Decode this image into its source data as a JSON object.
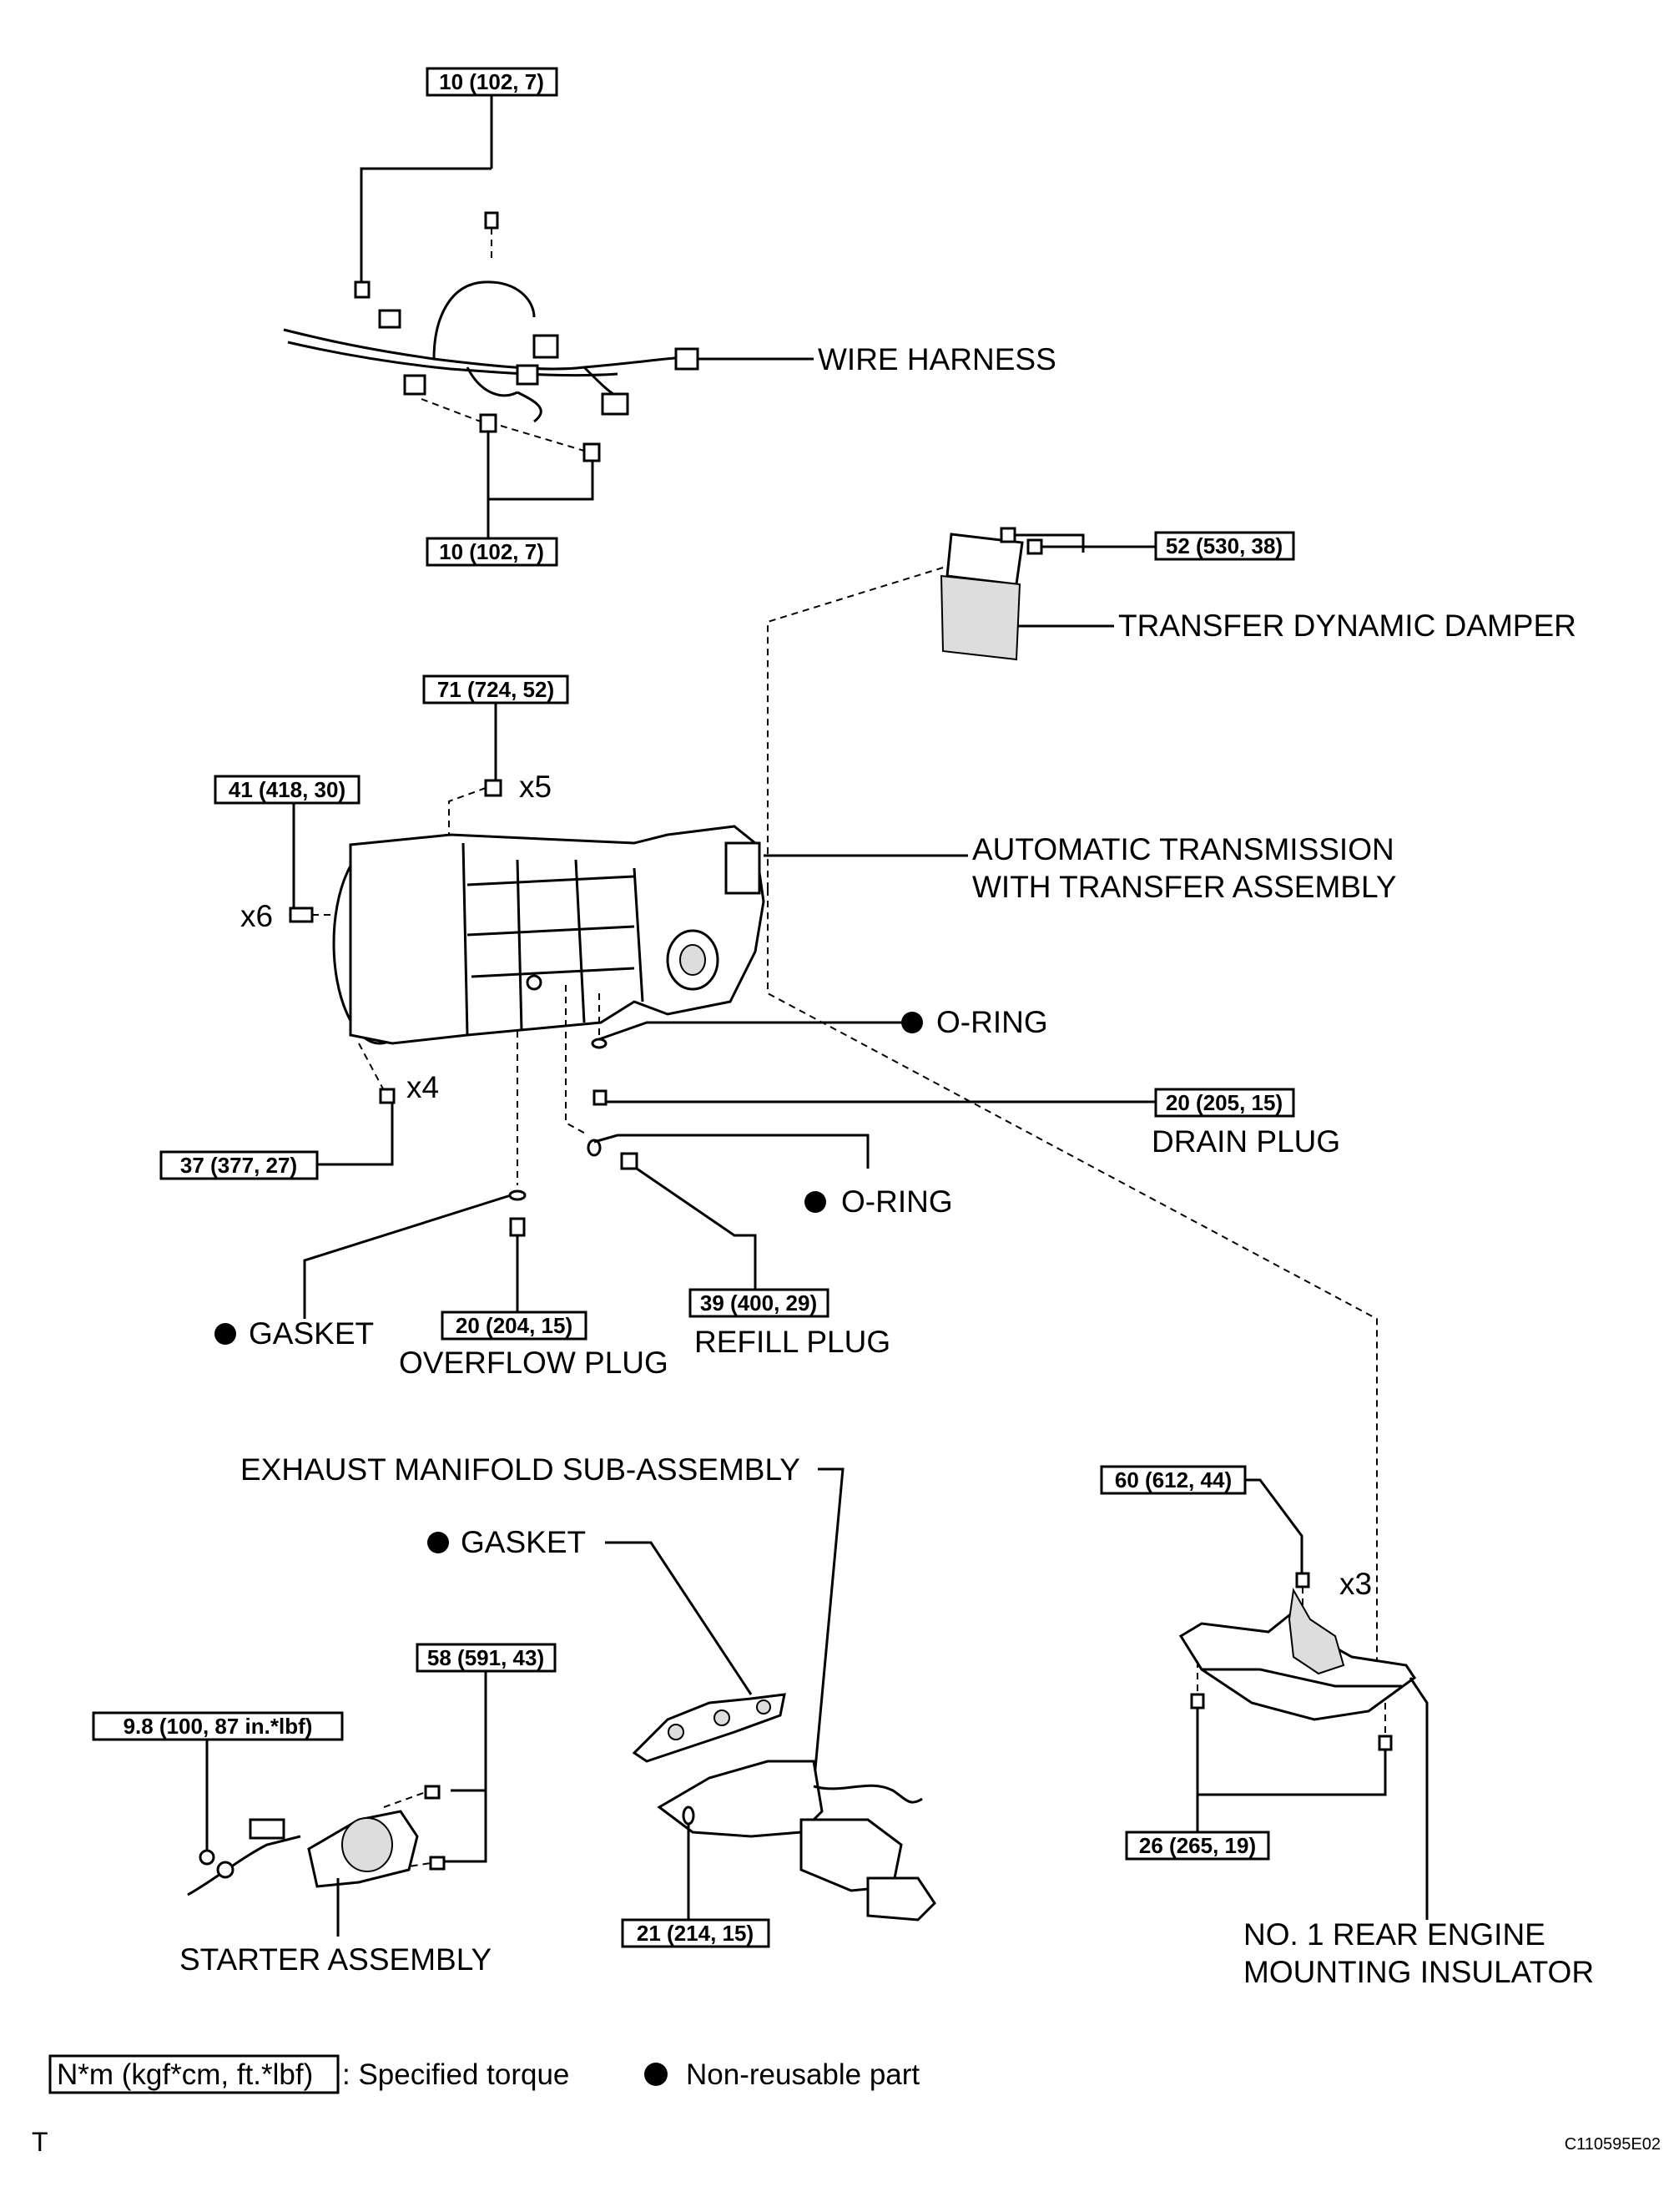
{
  "labels": {
    "wire_harness": "WIRE HARNESS",
    "transfer_damper": "TRANSFER DYNAMIC DAMPER",
    "at_line1": "AUTOMATIC TRANSMISSION",
    "at_line2": "WITH TRANSFER ASSEMBLY",
    "oring1": "O-RING",
    "drain_plug": "DRAIN PLUG",
    "oring2": "O-RING",
    "gasket1": "GASKET",
    "overflow_plug": "OVERFLOW PLUG",
    "refill_plug": "REFILL PLUG",
    "exhaust_manifold": "EXHAUST MANIFOLD SUB-ASSEMBLY",
    "gasket2": "GASKET",
    "starter": "STARTER ASSEMBLY",
    "insulator_line1": "NO. 1 REAR ENGINE",
    "insulator_line2": "MOUNTING INSULATOR"
  },
  "torques": {
    "wh_top": "10 (102, 7)",
    "wh_bottom": "10 (102, 7)",
    "damper": "52 (530, 38)",
    "t71": "71 (724, 52)",
    "t41": "41 (418, 30)",
    "t37": "37 (377, 27)",
    "drain": "20 (205, 15)",
    "overflow": "20 (204, 15)",
    "refill": "39 (400, 29)",
    "t60": "60 (612, 44)",
    "t58": "58 (591, 43)",
    "t98": "9.8 (100, 87 in.*lbf)",
    "t21": "21 (214, 15)",
    "t26": "26 (265, 19)"
  },
  "counts": {
    "x5": "x5",
    "x6": "x6",
    "x4": "x4",
    "x3": "x3"
  },
  "legend": {
    "torque_box": "N*m (kgf*cm, ft.*lbf)",
    "torque_text": ": Specified torque",
    "nonreusable_text": "Non-reusable part"
  },
  "footer": {
    "left": "T",
    "right": "C110595E02"
  }
}
